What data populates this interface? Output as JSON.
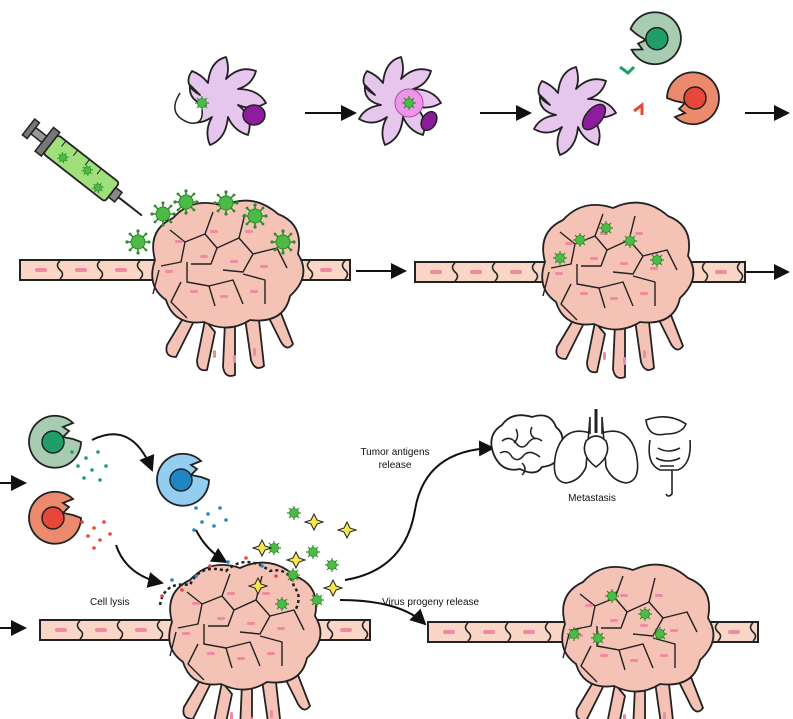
{
  "labels": {
    "tumor_antigens_release": "Tumor antigens\nrelease",
    "metastasis": "Metastasis",
    "cell_lysis": "Cell lysis",
    "virus_progeny_release": "Virus progeny release"
  },
  "colors": {
    "virus": "#3fae3a",
    "tumor_cell": "#f5c3b6",
    "tumor_nucleus": "#f08aa3",
    "vessel": "#f9d6c5",
    "dendritic_cell": "#e6c6ec",
    "dc_nucleus": "#8d1d9c",
    "t_cell_green": "#a8ccb2",
    "t_cell_green_nucleus": "#1f9e68",
    "t_cell_red": "#ec8a6e",
    "t_cell_red_nucleus": "#e6473a",
    "t_cell_blue": "#93cdef",
    "t_cell_blue_nucleus": "#1e86c3",
    "syringe_fluid": "#9fe07a",
    "spark": "#f5e74d"
  }
}
